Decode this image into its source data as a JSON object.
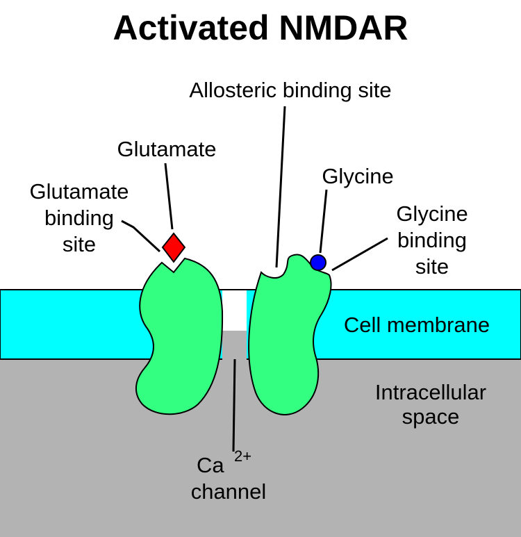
{
  "title": "Activated NMDAR",
  "labels": {
    "allosteric": "Allosteric binding site",
    "glutamate": "Glutamate",
    "glutamate_site": [
      "Glutamate",
      "binding",
      "site"
    ],
    "glycine": "Glycine",
    "glycine_site": [
      "Glycine",
      "binding",
      "site"
    ],
    "membrane": "Cell membrane",
    "intracellular": [
      "Intracellular",
      "space"
    ],
    "channel_ion": "Ca",
    "channel_charge": "2+",
    "channel_word": "channel"
  },
  "colors": {
    "background": "#ffffff",
    "membrane": "#00ffff",
    "intracellular": "#b3b3b3",
    "receptor": "#33ff80",
    "glutamate": "#ff0000",
    "glycine": "#0000ff"
  }
}
